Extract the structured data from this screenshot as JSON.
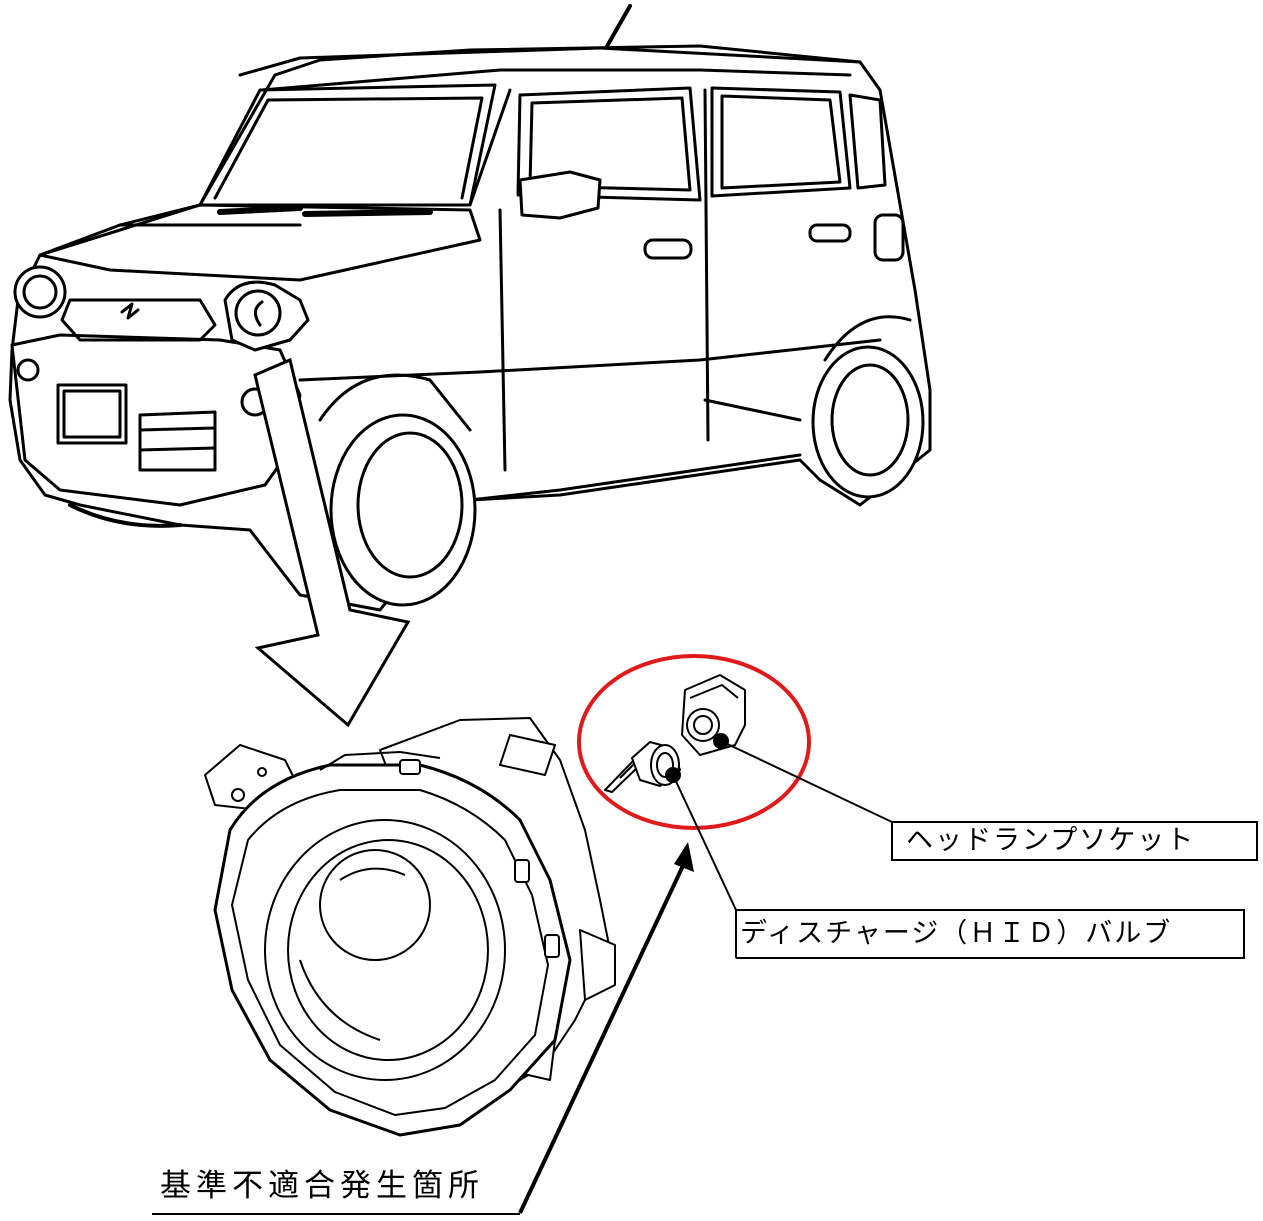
{
  "callouts": {
    "socket": "ヘッドランプソケット",
    "bulb": "ディスチャージ（ＨＩＤ）バルブ",
    "defect": "基準不適合発生箇所"
  },
  "colors": {
    "line": "#000000",
    "highlight": "#e01a1a",
    "fill": "#ffffff"
  }
}
